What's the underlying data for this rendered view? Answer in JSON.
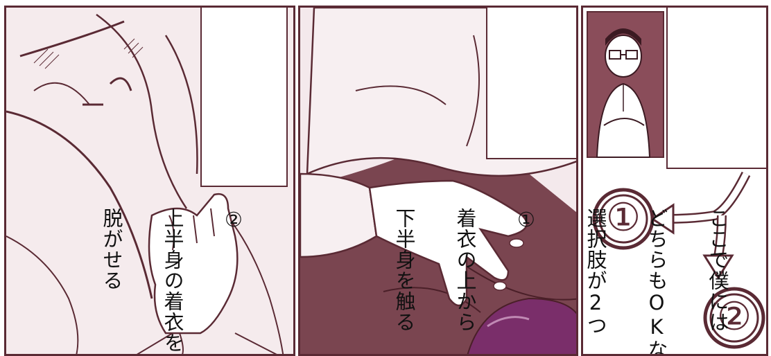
{
  "captions": {
    "left": {
      "number": "②",
      "line1": "上半身の着衣を",
      "line2": "脱がせる"
    },
    "middle": {
      "number": "①",
      "line1": "着衣の上から",
      "line2": "下半身を触る"
    },
    "right": {
      "line1": "ここで僕には",
      "line2": "どちらもOKな",
      "line3": "選択肢が2つ"
    }
  },
  "option_labels": {
    "first": "①",
    "second": "②"
  },
  "colors": {
    "ink": "#5a2a34",
    "tone": "#6e3a44",
    "paper": "#ffffff"
  }
}
